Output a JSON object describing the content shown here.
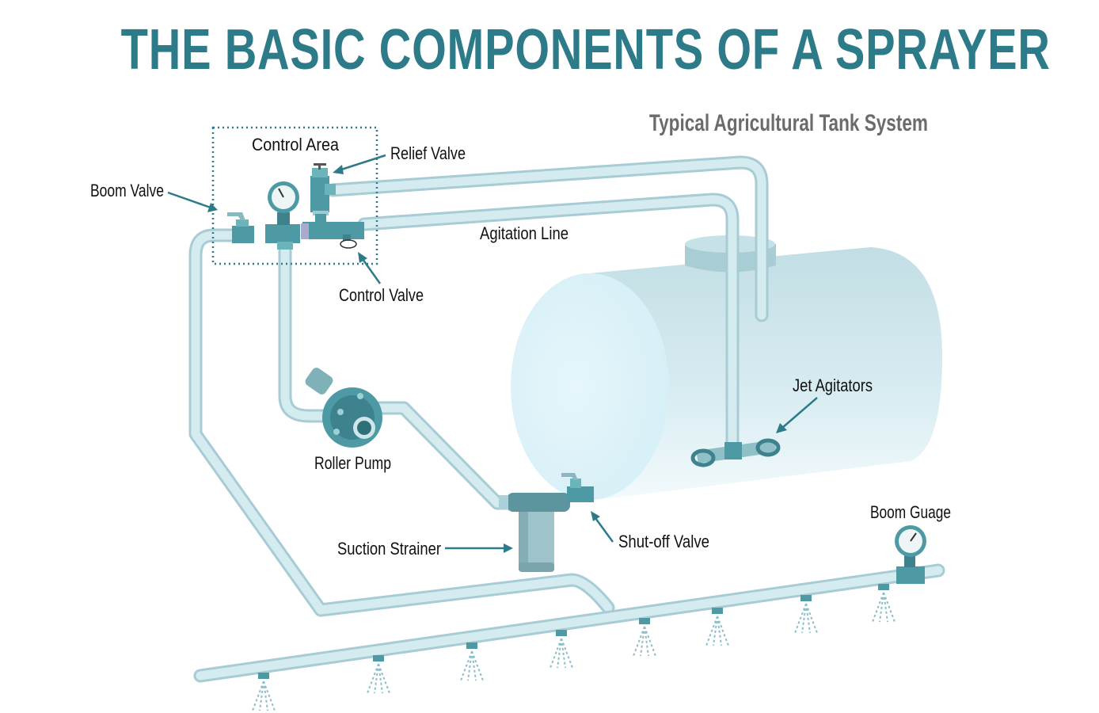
{
  "title": "THE BASIC COMPONENTS OF A SPRAYER",
  "subtitle": "Typical Agricultural Tank System",
  "labels": {
    "control_area": "Control Area",
    "relief_valve": "Relief Valve",
    "boom_valve": "Boom Valve",
    "agitation_line": "Agitation Line",
    "control_valve": "Control Valve",
    "jet_agitators": "Jet Agitators",
    "roller_pump": "Roller Pump",
    "suction_strainer": "Suction Strainer",
    "shutoff_valve": "Shut-off Valve",
    "boom_gauge": "Boom Guage"
  },
  "colors": {
    "accent": "#2d7a89",
    "pipe": "#d4ebf0",
    "tank": "#dff2f8"
  }
}
